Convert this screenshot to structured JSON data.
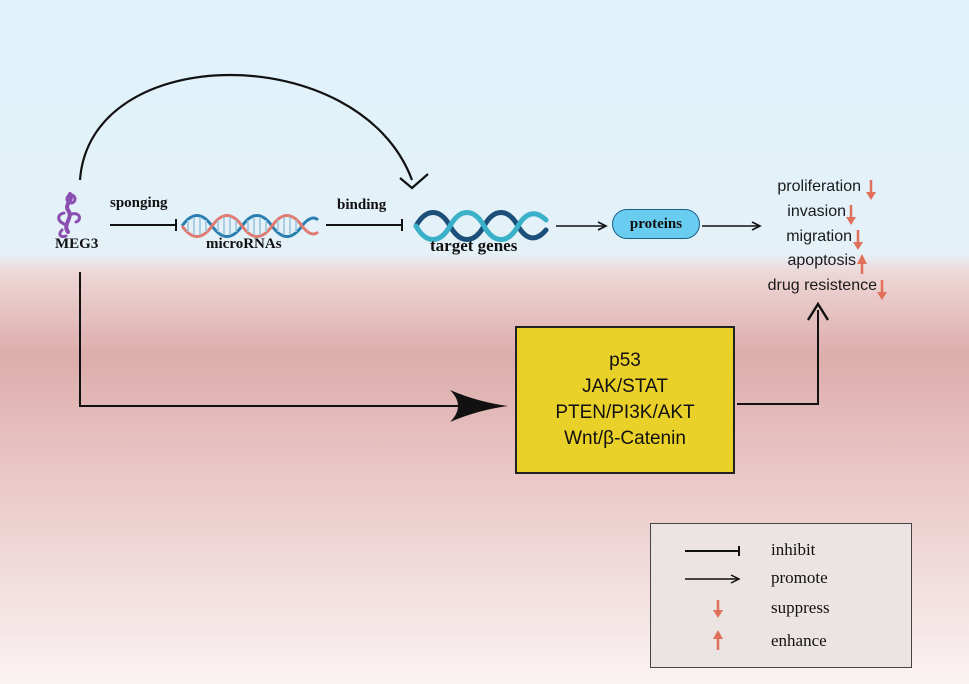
{
  "nodes": {
    "meg3": "MEG3",
    "micrornas": "microRNAs",
    "target_genes": "target genes",
    "proteins": "proteins"
  },
  "edges": {
    "sponging": "sponging",
    "binding": "binding"
  },
  "pathways": [
    "p53",
    "JAK/STAT",
    "PTEN/PI3K/AKT",
    "Wnt/β-Catenin"
  ],
  "outcomes": [
    {
      "label": "proliferation",
      "effect": "suppress"
    },
    {
      "label": "invasion",
      "effect": "suppress"
    },
    {
      "label": "migration",
      "effect": "suppress"
    },
    {
      "label": "apoptosis",
      "effect": "enhance"
    },
    {
      "label": "drug resistence",
      "effect": "suppress"
    }
  ],
  "legend": {
    "inhibit": "inhibit",
    "promote": "promote",
    "suppress": "suppress",
    "enhance": "enhance"
  },
  "colors": {
    "sky_top": "#dff1fb",
    "band": "#dfb2b0",
    "arrow_red": "#e0705a",
    "pathway_fill": "#ead12a",
    "proteins_fill": "#68cdf0",
    "dna_blue": "#2a7fb0",
    "dna_red": "#e07b72",
    "meg3_purple": "#8a4db0"
  }
}
